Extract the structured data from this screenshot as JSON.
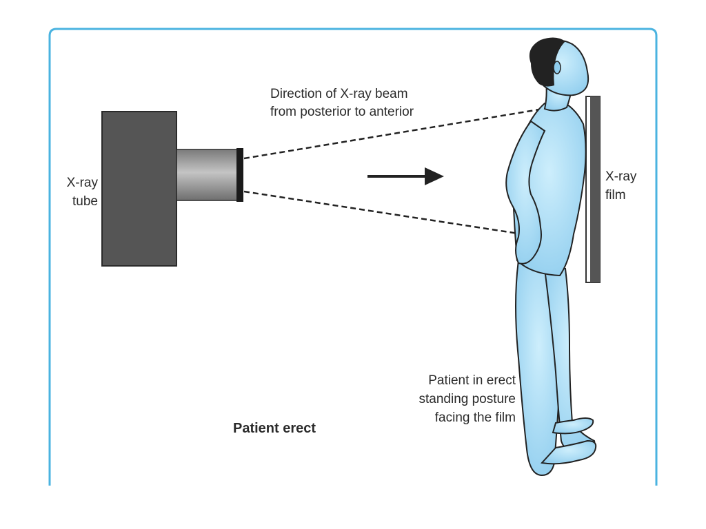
{
  "labels": {
    "tube": [
      "X-ray",
      "tube"
    ],
    "beam": [
      "Direction of X-ray beam",
      "from posterior to anterior"
    ],
    "film": [
      "X-ray",
      "film"
    ],
    "patient": [
      "Patient in erect",
      "standing posture",
      "facing the film"
    ],
    "caption": "Patient erect"
  },
  "colors": {
    "frame": "#4ab3e0",
    "tube": "#555555",
    "collimator": "#9a9a9a",
    "patient_skin": "#a9dcf4",
    "patient_outline": "#222222",
    "hair": "#222222",
    "film": "#555555"
  }
}
